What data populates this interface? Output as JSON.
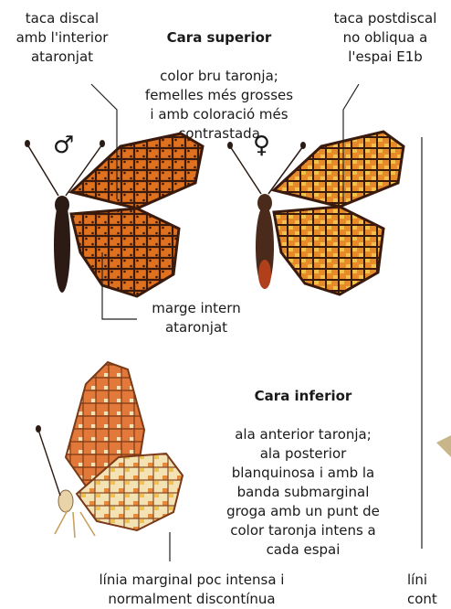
{
  "labels": {
    "male_discal_spot": "taca discal\namb l'interior\nataronjat",
    "upper_side_title": "Cara superior",
    "upper_side_text": "color bru taronja;\nfemelles més grosses\ni amb coloració més\ncontrastada",
    "postdiscal_spot": "taca postdiscal\nno obliqua a\nl'espai E1b",
    "inner_margin": "marge intern\nataronjat",
    "under_side_title": "Cara inferior",
    "under_side_text": "ala anterior taronja;\nala posterior\nblanquinosa i amb la\nbanda submarginal\ngroga amb un punt de\ncolor taronja intens a\ncada espai",
    "marginal_line": "línia marginal poc intensa i\nnormalment discontínua",
    "cut_label": "líni\ncont"
  },
  "symbols": {
    "male": "♂",
    "female": "♀"
  },
  "colors": {
    "wing_orange": "#e0711f",
    "wing_dark": "#3a1a0c",
    "wing_yellow": "#f1c24a",
    "under_cream": "#f3e2b4",
    "line": "#222222"
  }
}
